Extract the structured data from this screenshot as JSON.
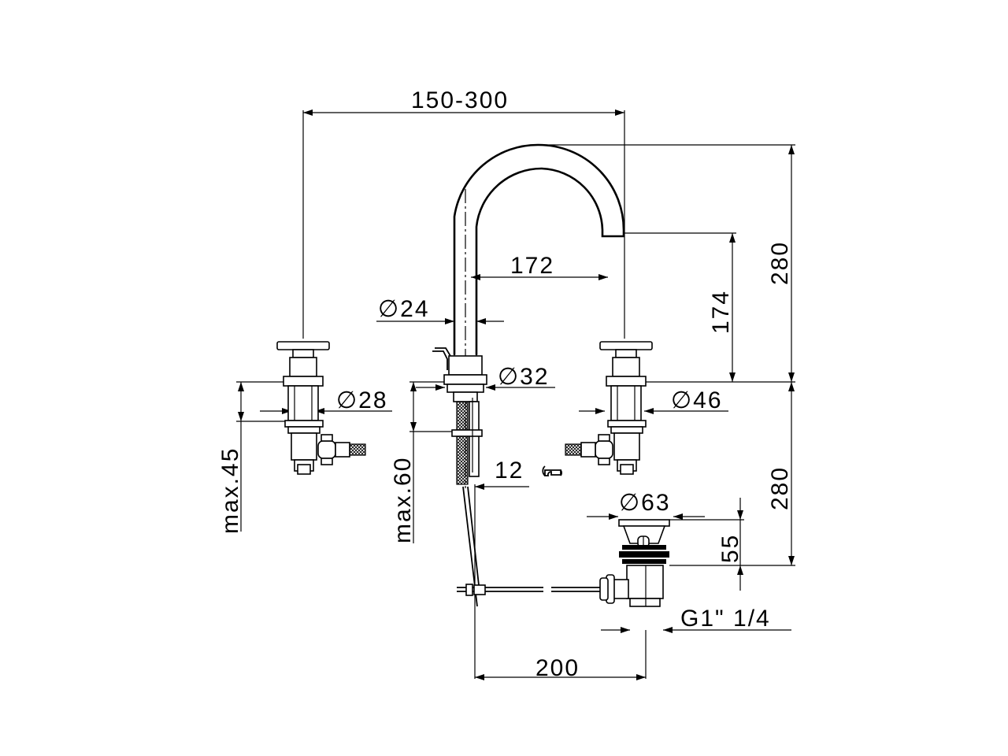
{
  "drawing": {
    "dimensions": {
      "spread": "150-300",
      "spout_reach": "172",
      "spout_diameter": "∅24",
      "spout_base_diameter": "∅32",
      "handle_left_diameter": "∅28",
      "handle_right_diameter": "∅46",
      "deck_left": "max.45",
      "deck_center": "max.60",
      "wrench": "12",
      "spout_height": "174",
      "total_height": "280",
      "below_deck": "280",
      "drain_diameter": "∅63",
      "drain_height": "55",
      "drain_thread": "G1\" 1/4",
      "drain_offset": "200"
    },
    "icons": {
      "wrench": "wrench-icon"
    }
  }
}
